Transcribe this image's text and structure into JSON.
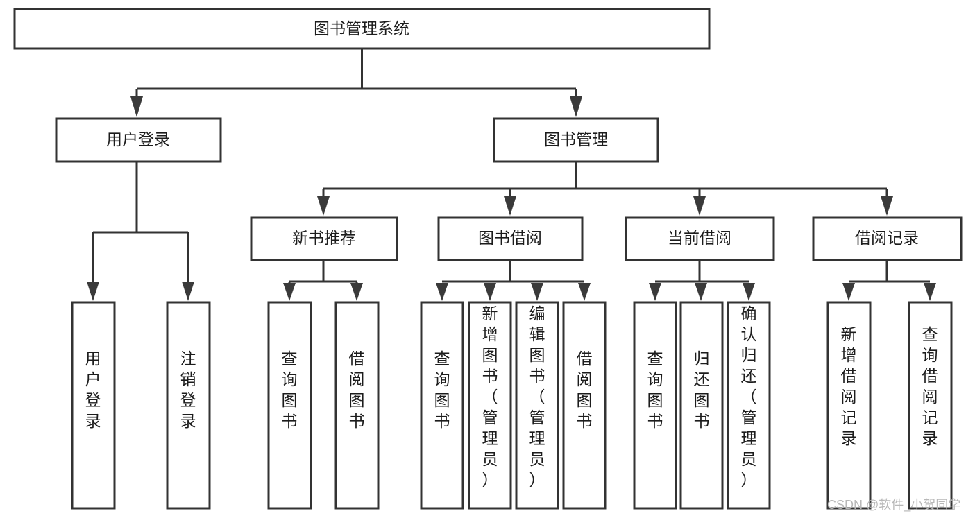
{
  "diagram": {
    "kind": "tree-hierarchy",
    "orientation": "top-down",
    "root": {
      "id": "root",
      "label": "图书管理系统",
      "orientation": "horizontal"
    },
    "level1": [
      {
        "id": "user-login",
        "label": "用户登录",
        "orientation": "horizontal"
      },
      {
        "id": "book-manage",
        "label": "图书管理",
        "orientation": "horizontal"
      }
    ],
    "level2": [
      {
        "id": "new-book-rec",
        "label": "新书推荐",
        "parent": "book-manage",
        "orientation": "horizontal"
      },
      {
        "id": "book-borrow",
        "label": "图书借阅",
        "parent": "book-manage",
        "orientation": "horizontal"
      },
      {
        "id": "current-borrow",
        "label": "当前借阅",
        "parent": "book-manage",
        "orientation": "horizontal"
      },
      {
        "id": "borrow-record",
        "label": "借阅记录",
        "parent": "book-manage",
        "orientation": "horizontal"
      }
    ],
    "leaves": [
      {
        "id": "leaf-user-login",
        "label": "用户登录",
        "parent": "user-login",
        "orientation": "vertical"
      },
      {
        "id": "leaf-user-logout",
        "label": "注销登录",
        "parent": "user-login",
        "orientation": "vertical"
      },
      {
        "id": "leaf-rec-query",
        "label": "查询图书",
        "parent": "new-book-rec",
        "orientation": "vertical"
      },
      {
        "id": "leaf-rec-borrow",
        "label": "借阅图书",
        "parent": "new-book-rec",
        "orientation": "vertical"
      },
      {
        "id": "leaf-borrow-query",
        "label": "查询图书",
        "parent": "book-borrow",
        "orientation": "vertical"
      },
      {
        "id": "leaf-borrow-add",
        "label": "新增图书（管理员）",
        "parent": "book-borrow",
        "orientation": "vertical"
      },
      {
        "id": "leaf-borrow-edit",
        "label": "编辑图书（管理员）",
        "parent": "book-borrow",
        "orientation": "vertical"
      },
      {
        "id": "leaf-borrow-do",
        "label": "借阅图书",
        "parent": "book-borrow",
        "orientation": "vertical"
      },
      {
        "id": "leaf-cur-query",
        "label": "查询图书",
        "parent": "current-borrow",
        "orientation": "vertical"
      },
      {
        "id": "leaf-cur-return",
        "label": "归还图书",
        "parent": "current-borrow",
        "orientation": "vertical"
      },
      {
        "id": "leaf-cur-confirm",
        "label": "确认归还（管理员）",
        "parent": "current-borrow",
        "orientation": "vertical"
      },
      {
        "id": "leaf-rec-add",
        "label": "新增借阅记录",
        "parent": "borrow-record",
        "orientation": "vertical"
      },
      {
        "id": "leaf-rec-search",
        "label": "查询借阅记录",
        "parent": "borrow-record",
        "orientation": "vertical"
      }
    ]
  },
  "watermark": {
    "text": "CSDN @软件_小贺同学"
  },
  "colors": {
    "box_stroke": "#333333",
    "box_fill": "#ffffff",
    "text": "#1c1c1c",
    "arrow": "#3a3a3a",
    "watermark": "#b8b8b8",
    "background": "#ffffff"
  }
}
